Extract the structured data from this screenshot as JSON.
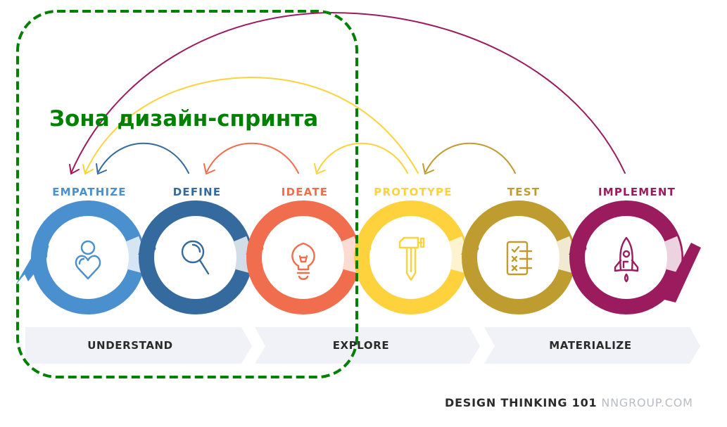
{
  "sprint_zone": {
    "title": "Зона дизайн-спринта",
    "color": "#008000"
  },
  "stages": [
    {
      "label": "EMPATHIZE",
      "icon": "person-heart-icon",
      "color": "#4a8fce",
      "light": "#d6e5f3"
    },
    {
      "label": "DEFINE",
      "icon": "magnifier-icon",
      "color": "#356a9e",
      "light": "#d3dde8"
    },
    {
      "label": "IDEATE",
      "icon": "lightbulb-icon",
      "color": "#f06e4d",
      "light": "#fcdcd2"
    },
    {
      "label": "PROTOTYPE",
      "icon": "hammer-pencil-icon",
      "color": "#fdd23c",
      "light": "#fef3cf"
    },
    {
      "label": "TEST",
      "icon": "checklist-icon",
      "color": "#bf9c30",
      "light": "#f1ead3"
    },
    {
      "label": "IMPLEMENT",
      "icon": "rocket-icon",
      "color": "#9b1c5e",
      "light": "#ecd3e0"
    }
  ],
  "phases": [
    {
      "label": "UNDERSTAND"
    },
    {
      "label": "EXPLORE"
    },
    {
      "label": "MATERIALIZE"
    }
  ],
  "feedback_arrows": [
    {
      "from": "DEFINE",
      "to": "EMPATHIZE",
      "color": "#356a9e"
    },
    {
      "from": "IDEATE",
      "to": "DEFINE",
      "color": "#f06e4d"
    },
    {
      "from": "PROTOTYPE",
      "to": "IDEATE",
      "color": "#fdd23c"
    },
    {
      "from": "PROTOTYPE",
      "to": "EMPATHIZE",
      "color": "#fdd23c"
    },
    {
      "from": "TEST",
      "to": "PROTOTYPE",
      "color": "#bf9c30"
    },
    {
      "from": "IMPLEMENT",
      "to": "EMPATHIZE",
      "color": "#9b1c5e"
    }
  ],
  "footer": {
    "title": "DESIGN THINKING 101",
    "site": "NNGROUP.COM"
  }
}
